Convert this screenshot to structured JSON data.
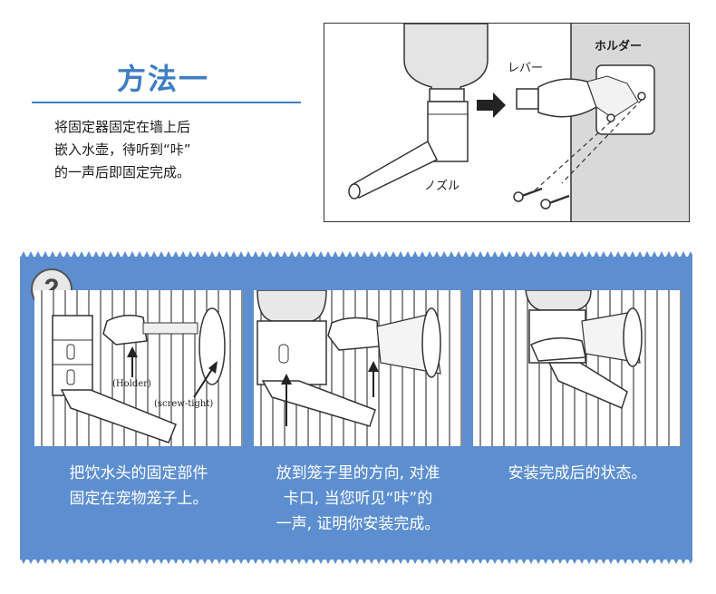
{
  "method": {
    "title": "方法一",
    "lines": [
      "将固定器固定在墙上后",
      "嵌入水壶，待听到“咔”",
      "的一声后即固定完成。"
    ]
  },
  "top_figure": {
    "label_lever": "レバー",
    "label_holder": "ホルダー",
    "label_nozzle": "ノズル"
  },
  "step": {
    "number": "2",
    "photos": [
      {
        "labels": {
          "holder": "(Holder)",
          "screw": "(screw-tight)"
        },
        "caption": [
          "把饮水头的固定部件",
          "固定在宠物笼子上。"
        ]
      },
      {
        "caption": [
          "放到笼子里的方向, 对准",
          "卡口, 当您听见“咔”的",
          "一声, 证明你安装完成。"
        ]
      },
      {
        "caption": [
          "安装完成后的状态。"
        ]
      }
    ]
  },
  "colors": {
    "accent": "#3f7ec4",
    "panel": "#5d8fd0",
    "wall": "#d9d9d9"
  }
}
